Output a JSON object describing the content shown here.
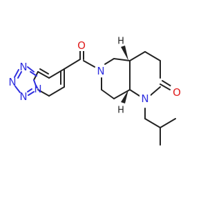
{
  "structure": {
    "atoms": {
      "o_carbonyl_left": "O",
      "n_amide_ring": "N",
      "n_lactam": "N",
      "o_lactam": "O",
      "h_stereo_top": "H",
      "h_stereo_bottom": "H",
      "n_tetrazole_1": "N",
      "n_tetrazole_2": "N",
      "n_tetrazole_3": "N",
      "n_tetrazole_fused": "N"
    },
    "colors": {
      "bond": "#222222",
      "nitrogen": "#3030e0",
      "oxygen": "#e02020"
    }
  }
}
